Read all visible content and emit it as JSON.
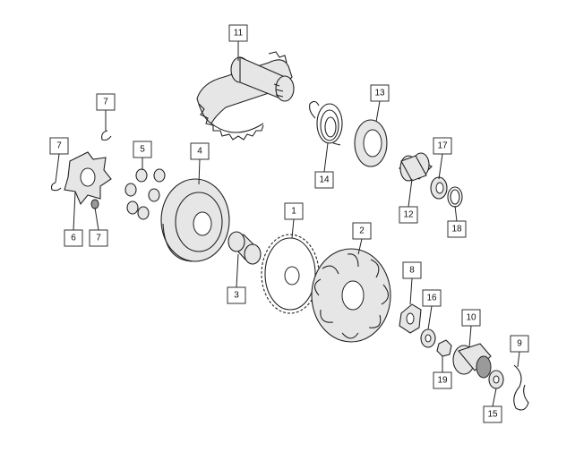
{
  "diagram": {
    "callouts": [
      {
        "id": "c11",
        "label": "11"
      },
      {
        "id": "c13",
        "label": "13"
      },
      {
        "id": "c14",
        "label": "14"
      },
      {
        "id": "c17",
        "label": "17"
      },
      {
        "id": "c12",
        "label": "12"
      },
      {
        "id": "c18",
        "label": "18"
      },
      {
        "id": "c7a",
        "label": "7"
      },
      {
        "id": "c7b",
        "label": "7"
      },
      {
        "id": "c7c",
        "label": "7"
      },
      {
        "id": "c6",
        "label": "6"
      },
      {
        "id": "c5",
        "label": "5"
      },
      {
        "id": "c4",
        "label": "4"
      },
      {
        "id": "c1",
        "label": "1"
      },
      {
        "id": "c2",
        "label": "2"
      },
      {
        "id": "c3",
        "label": "3"
      },
      {
        "id": "c8",
        "label": "8"
      },
      {
        "id": "c16",
        "label": "16"
      },
      {
        "id": "c10",
        "label": "10"
      },
      {
        "id": "c19",
        "label": "19"
      },
      {
        "id": "c9",
        "label": "9"
      },
      {
        "id": "c15",
        "label": "15"
      }
    ]
  }
}
